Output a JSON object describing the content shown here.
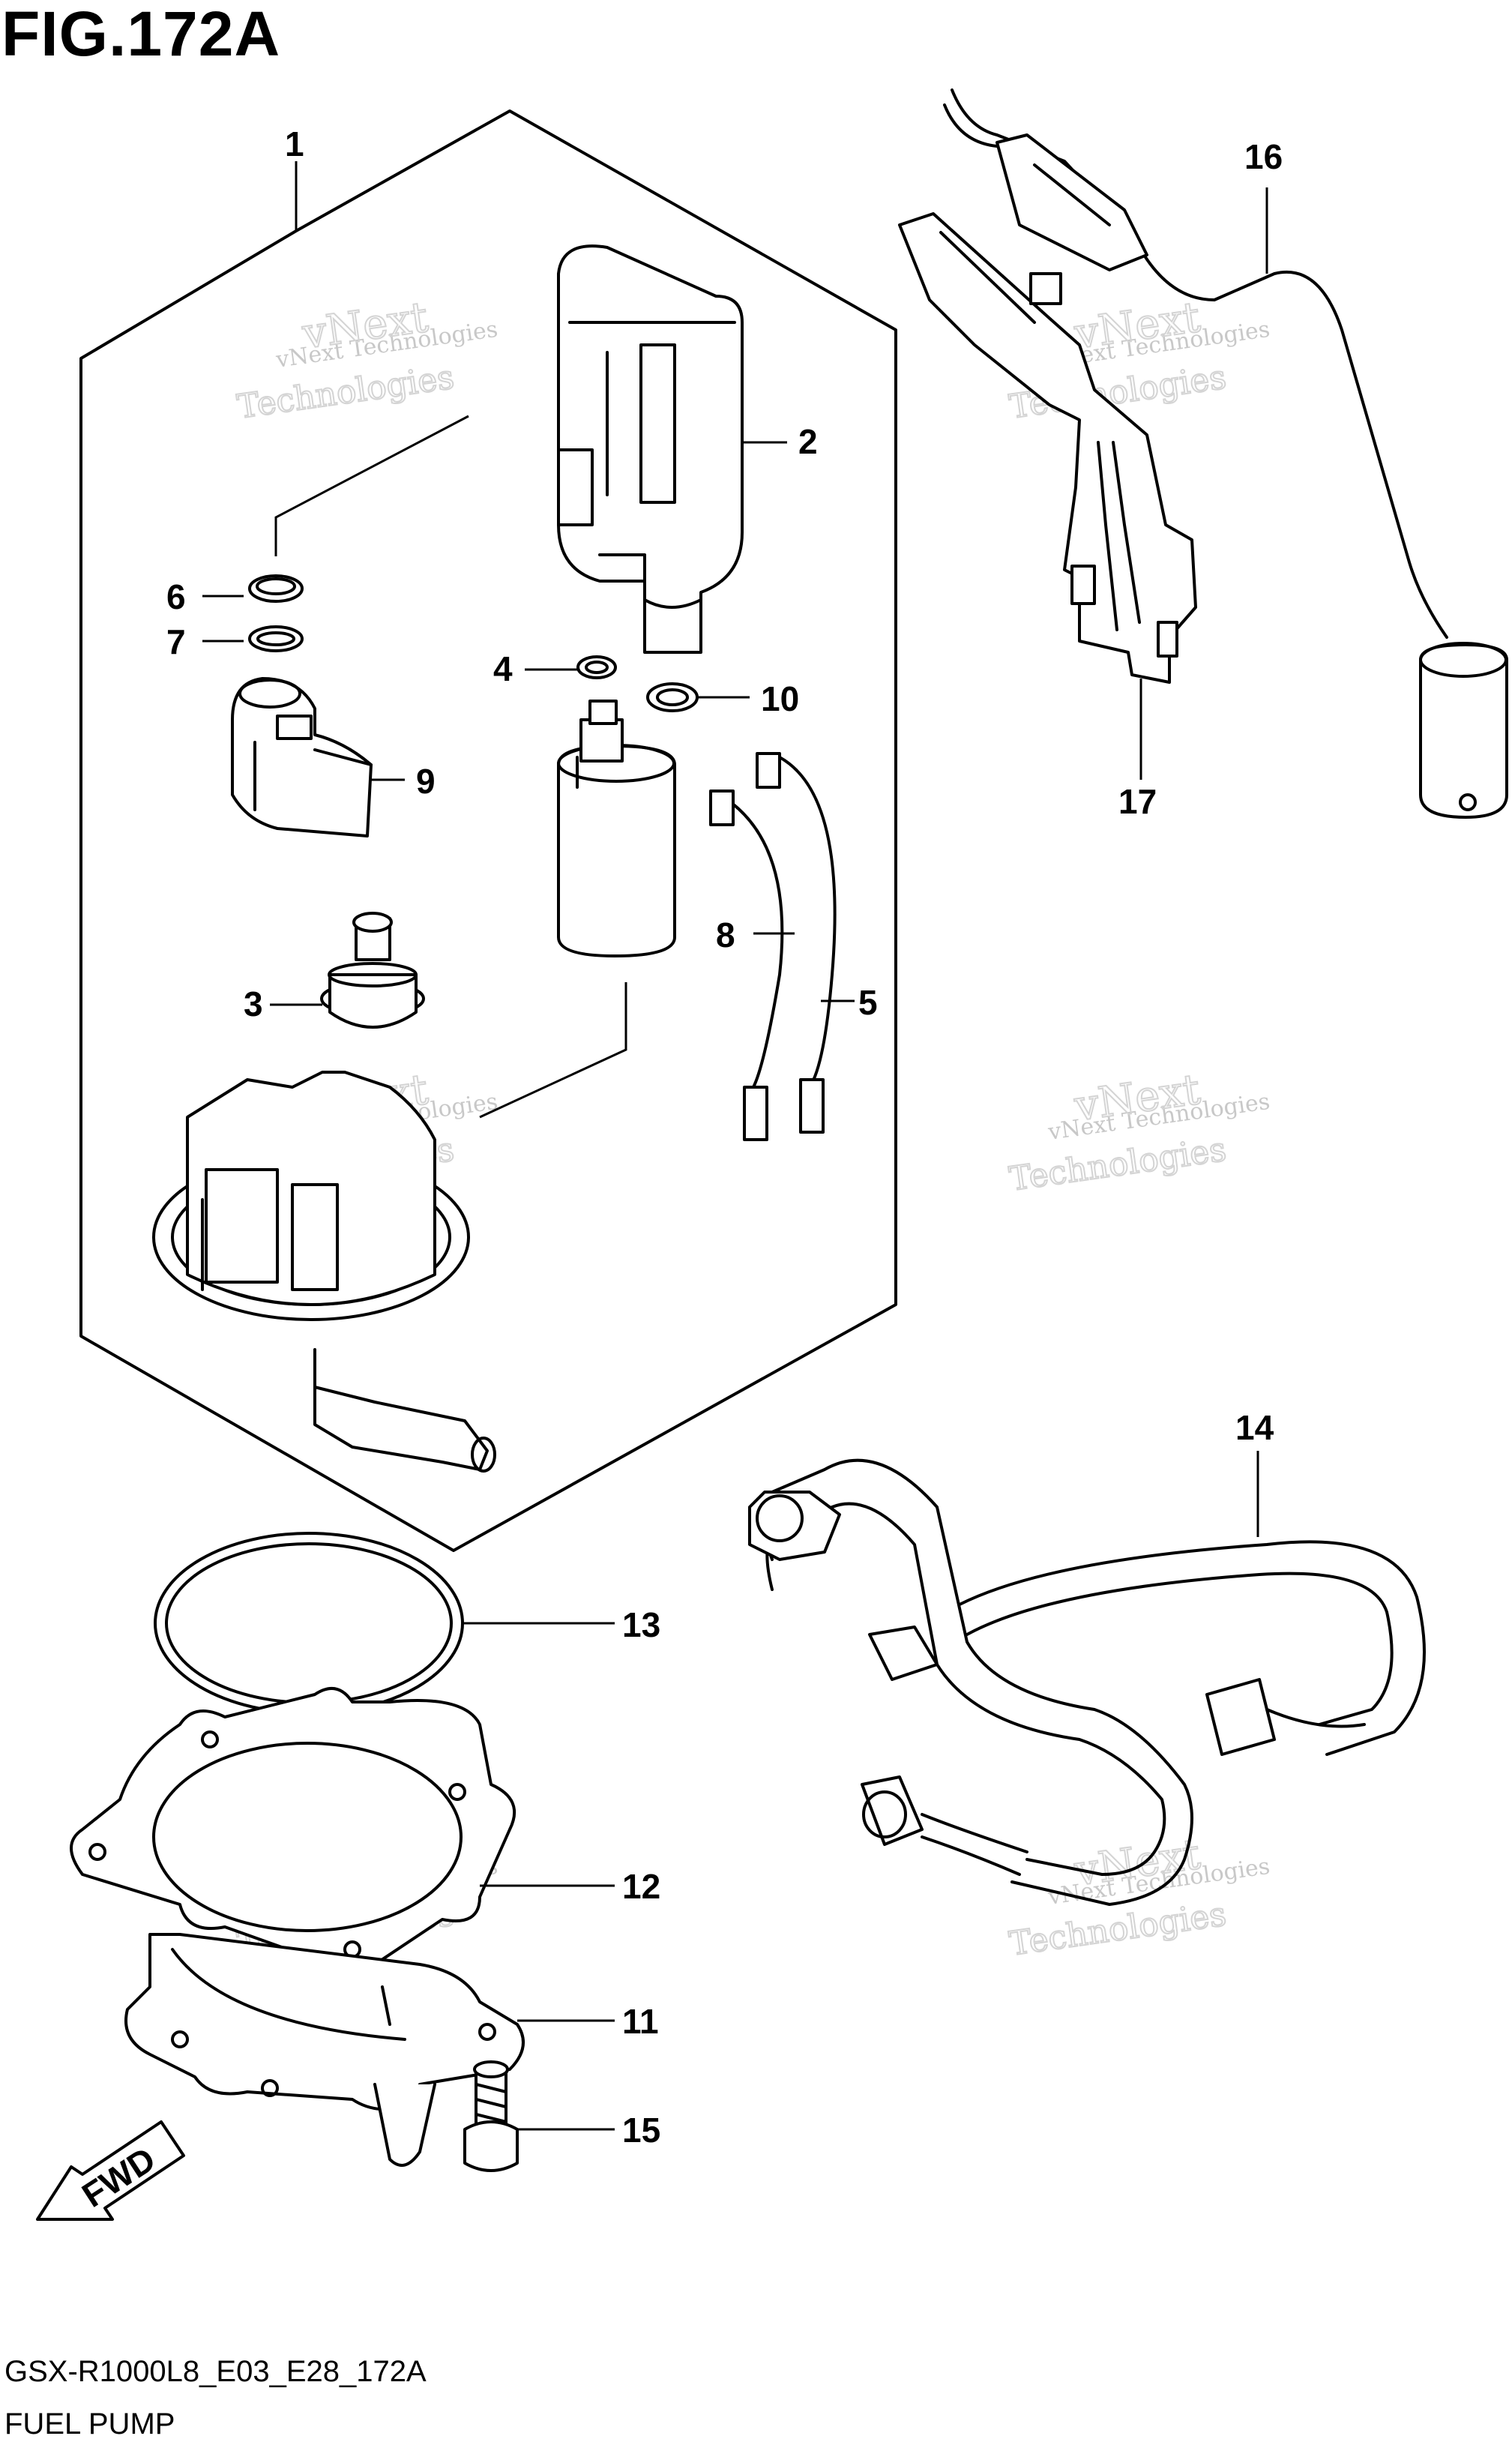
{
  "header": {
    "title": "FIG.172A"
  },
  "footer": {
    "code": "GSX-R1000L8_E03_E28_172A",
    "name": "FUEL PUMP"
  },
  "watermark": {
    "line1": "vNext Technologies",
    "line2": "vNext",
    "line3": "Technologies"
  },
  "fwd_label": "FWD",
  "callouts": [
    {
      "id": "1",
      "label": "1"
    },
    {
      "id": "2",
      "label": "2"
    },
    {
      "id": "3",
      "label": "3"
    },
    {
      "id": "4",
      "label": "4"
    },
    {
      "id": "5",
      "label": "5"
    },
    {
      "id": "6",
      "label": "6"
    },
    {
      "id": "7",
      "label": "7"
    },
    {
      "id": "8",
      "label": "8"
    },
    {
      "id": "9",
      "label": "9"
    },
    {
      "id": "10",
      "label": "10"
    },
    {
      "id": "11",
      "label": "11"
    },
    {
      "id": "12",
      "label": "12"
    },
    {
      "id": "13",
      "label": "13"
    },
    {
      "id": "14",
      "label": "14"
    },
    {
      "id": "15",
      "label": "15"
    },
    {
      "id": "16",
      "label": "16"
    },
    {
      "id": "17",
      "label": "17"
    }
  ]
}
